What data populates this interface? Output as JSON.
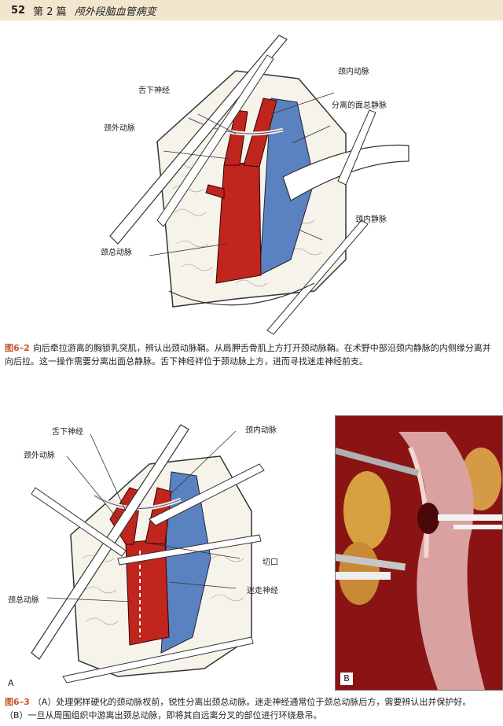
{
  "header": {
    "page_number": "52",
    "part": "第 2 篇",
    "chapter": "颅外段脑血管病变"
  },
  "figure_2": {
    "labels": {
      "hypoglossal": "舌下神经",
      "internal_carotid": "颈内动脉",
      "common_facial_vein": "分离的面总静脉",
      "external_carotid": "颈外动脉",
      "internal_jugular": "颈内静脉",
      "common_carotid": "颈总动脉"
    },
    "caption_number": "图6–2",
    "caption_text": "向后牵拉游离的胸锁乳突肌，辨认出颈动脉鞘。从肩胛舌骨肌上方打开颈动脉鞘。在术野中部沿颈内静脉的内侧缘分离并向后拉。这一操作需要分离出面总静脉。舌下神经袢位于颈动脉上方，进而寻找迷走神经前支。"
  },
  "figure_3": {
    "labels": {
      "hypoglossal": "舌下神经",
      "internal_carotid": "颈内动脉",
      "external_carotid": "颈外动脉",
      "incision": "切口",
      "vagus": "迷走神经",
      "common_carotid": "颈总动脉"
    },
    "panel_a": "A",
    "panel_b": "B",
    "caption_number": "图6–3",
    "caption_text_a": "（A）处理粥样硬化的颈动脉杈前，锐性分离出颈总动脉。迷走神经通常位于颈总动脉后方，需要辨认出并保护好。",
    "caption_text_b": "（B）一旦从周围组织中游离出颈总动脉，即将其自远离分叉的部位进行环绕悬吊。"
  },
  "colors": {
    "artery": "#c0251e",
    "vein": "#5b82c0",
    "header_bg": "#f2e6cf",
    "caption_accent": "#c8552b"
  }
}
